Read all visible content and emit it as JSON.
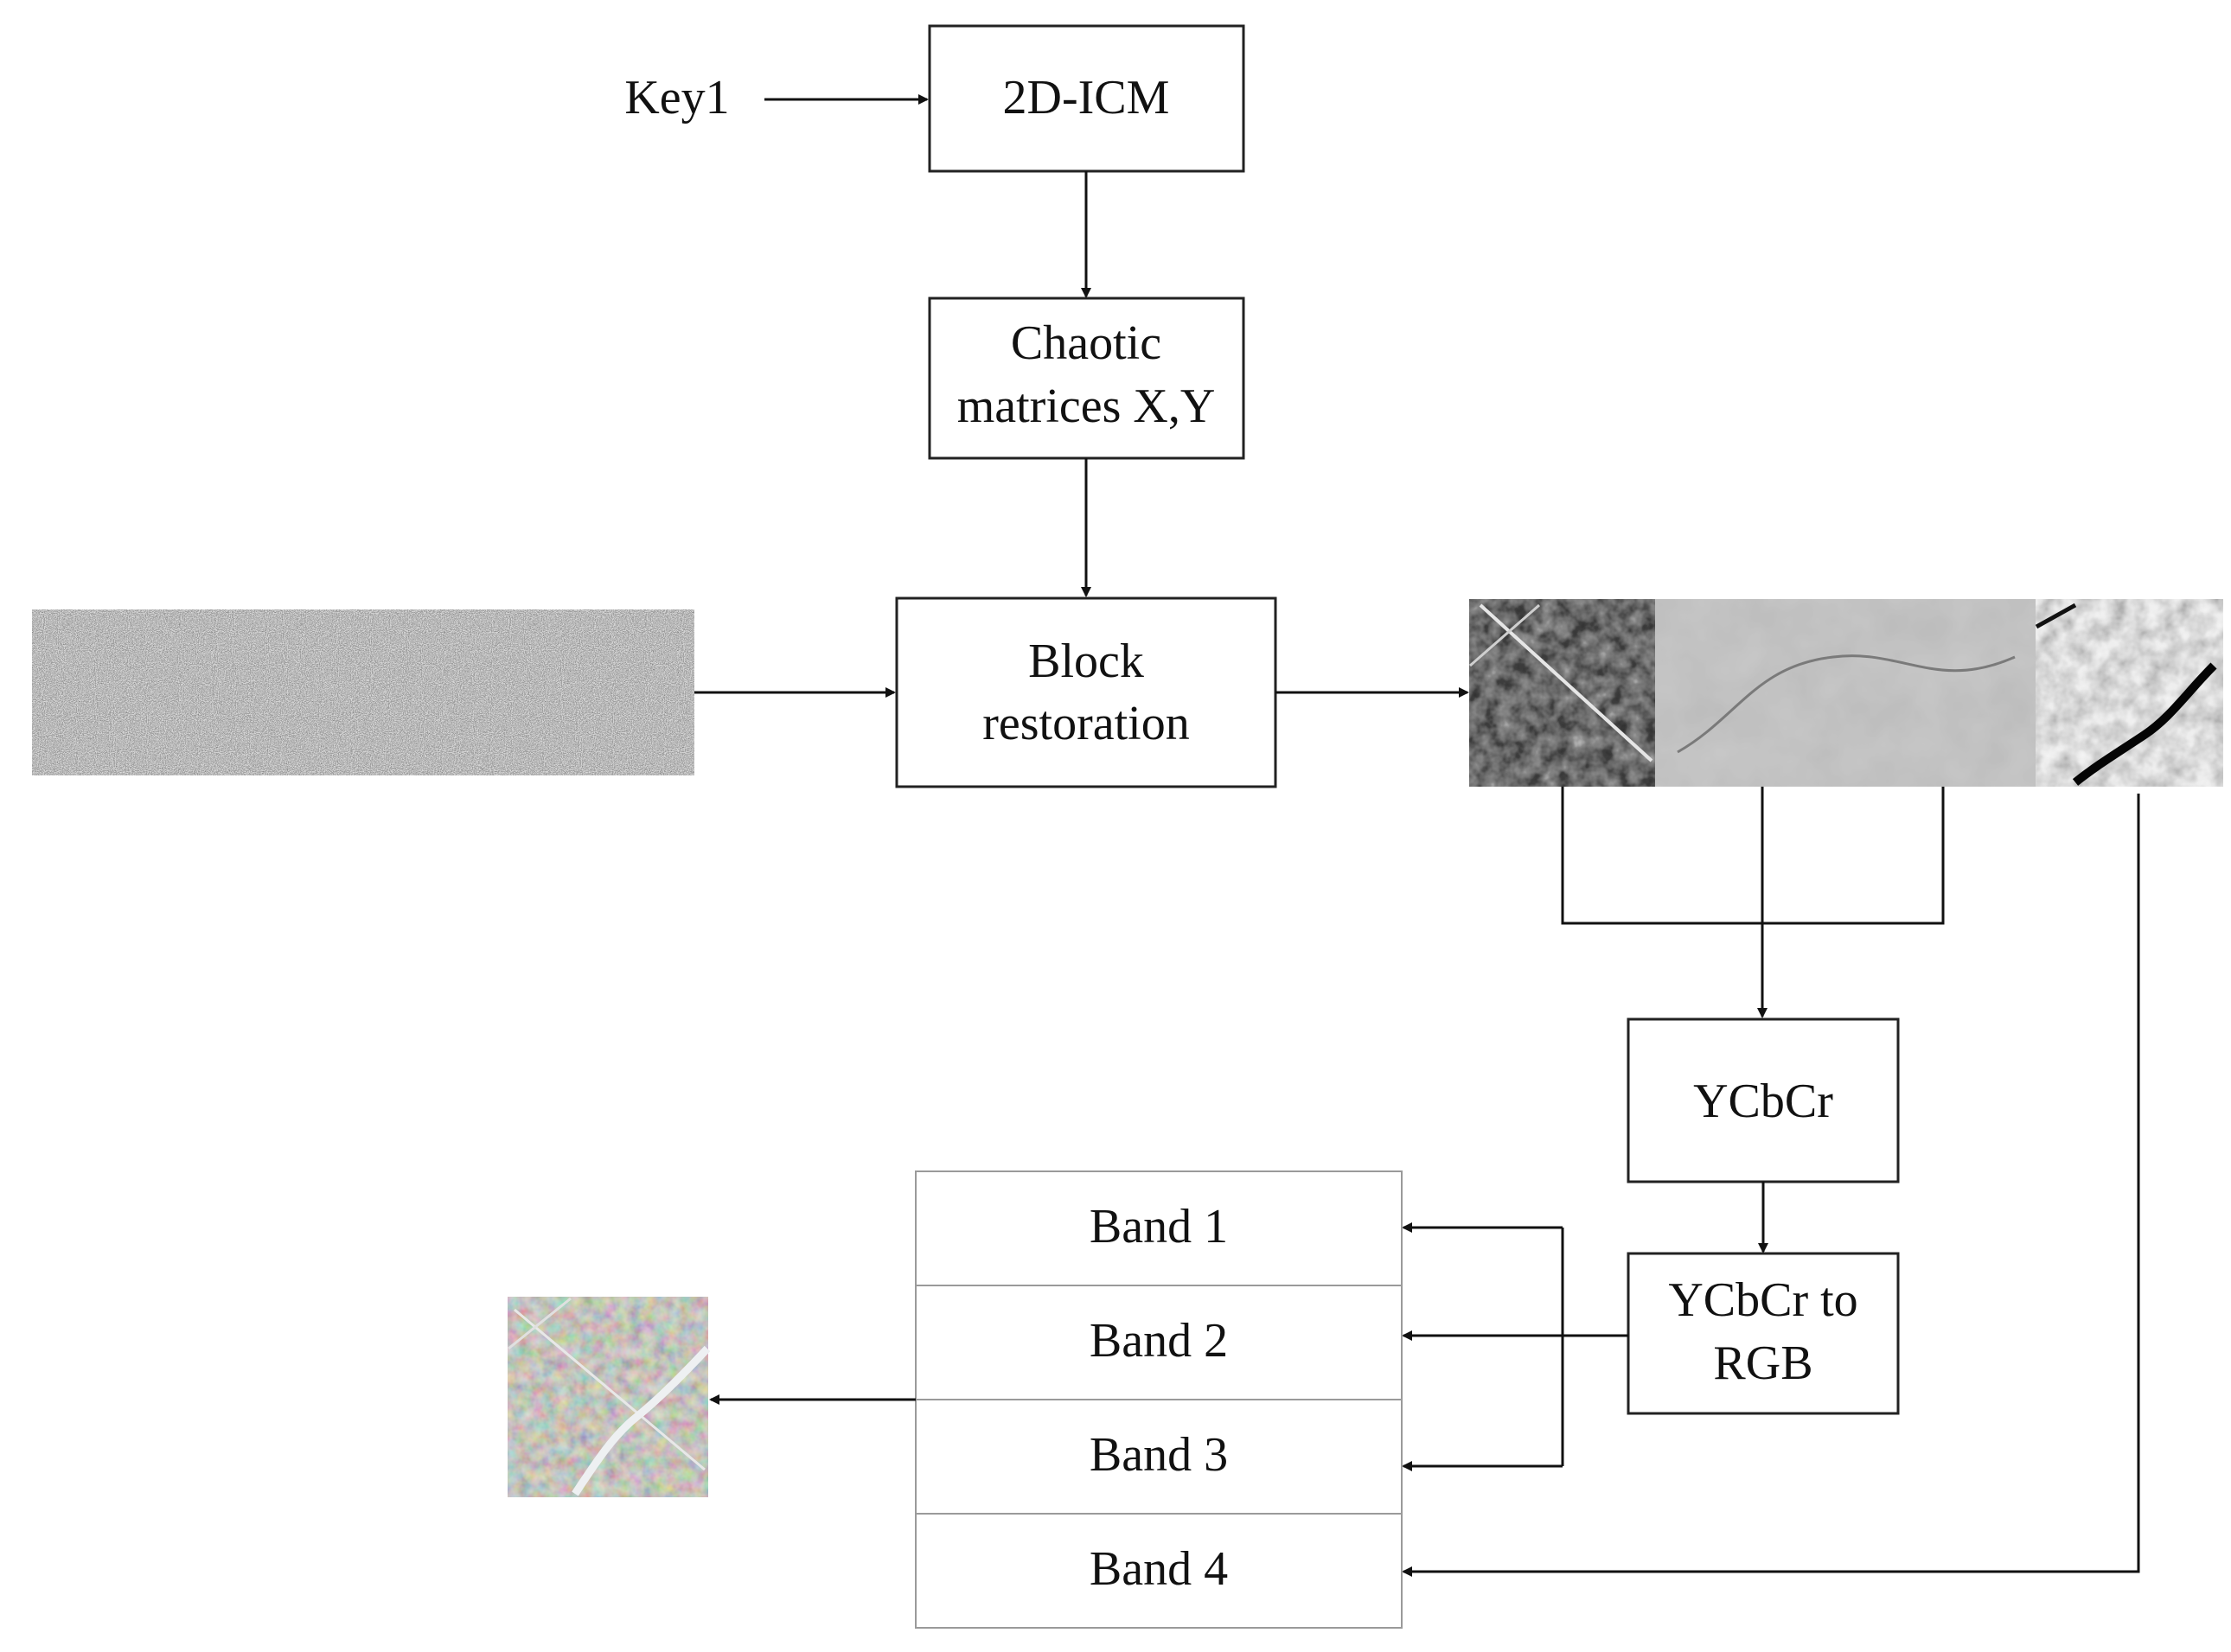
{
  "nodes": {
    "key1": "Key1",
    "icm": "2D-ICM",
    "chaotic": [
      "Chaotic",
      "matrices X,Y"
    ],
    "block": [
      "Block",
      "restoration"
    ],
    "ycbcr": "YCbCr",
    "ycbcr_rgb": [
      "YCbCr to",
      "RGB"
    ],
    "bands": [
      "Band 1",
      "Band 2",
      "Band 3",
      "Band 4"
    ]
  },
  "images": {
    "encrypted": "encrypted-noise-image",
    "restored_planes": "restored-planes-strip",
    "output": "decrypted-rgb-image"
  },
  "colors": {
    "line": "#111111",
    "box_border": "#222222",
    "band_border": "#9a9a9a"
  }
}
